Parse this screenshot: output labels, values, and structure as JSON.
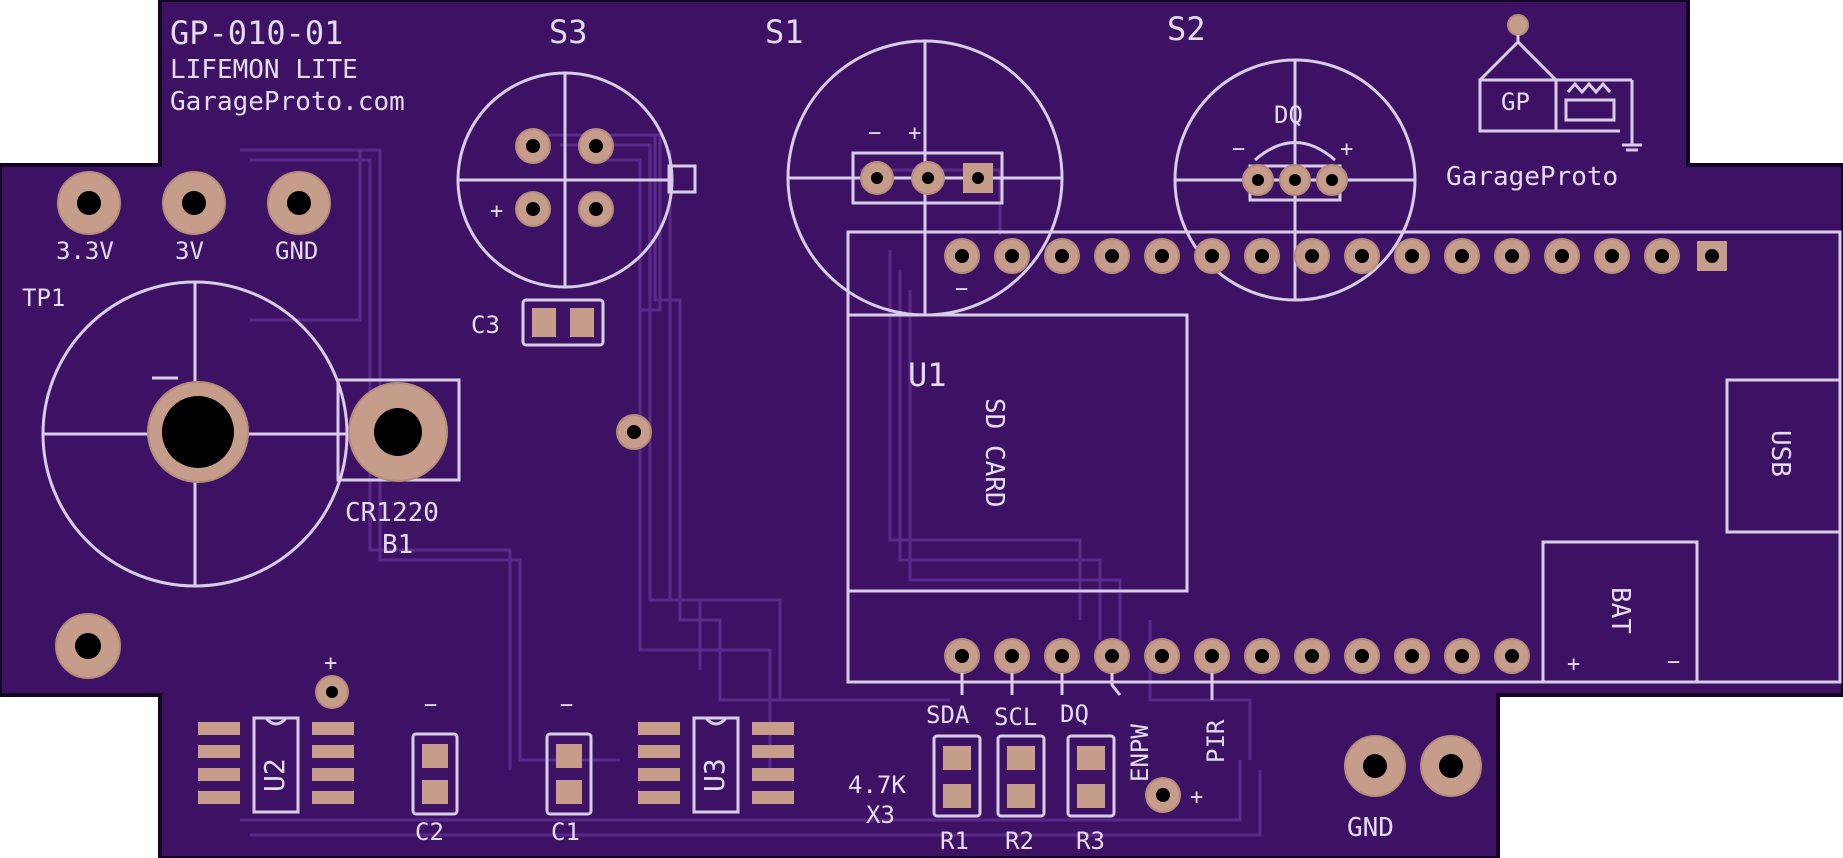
{
  "board": {
    "part_number": "GP-010-01",
    "product_name": "LIFEMON LITE",
    "website": "GarageProto.com",
    "logo_text": "GP",
    "logo_caption": "GarageProto",
    "colors": {
      "board": "#3d1264",
      "board_dark": "#2f0a4f",
      "trace": "#5a2a8a",
      "silkscreen": "#e6dcef",
      "pad": "#c69c8a"
    }
  },
  "labels": {
    "s3": "S3",
    "s1": "S1",
    "s2": "S2",
    "dq_top": "DQ",
    "tp_33v": "3.3V",
    "tp_3v": "3V",
    "tp_gnd": "GND",
    "tp1": "TP1",
    "c3": "C3",
    "cr1220": "CR1220",
    "b1": "B1",
    "u1": "U1",
    "sd_card": "SD CARD",
    "usb": "USB",
    "bat": "BAT",
    "sda": "SDA",
    "scl": "SCL",
    "dq_bottom": "DQ",
    "enpw": "ENPW",
    "pir": "PIR",
    "res_value": "4.7K",
    "res_qty": "X3",
    "r1": "R1",
    "r2": "R2",
    "r3": "R3",
    "c2": "C2",
    "c1": "C1",
    "u2": "U2",
    "u3": "U3",
    "gnd_bottom": "GND",
    "plus": "+",
    "minus": "−"
  }
}
